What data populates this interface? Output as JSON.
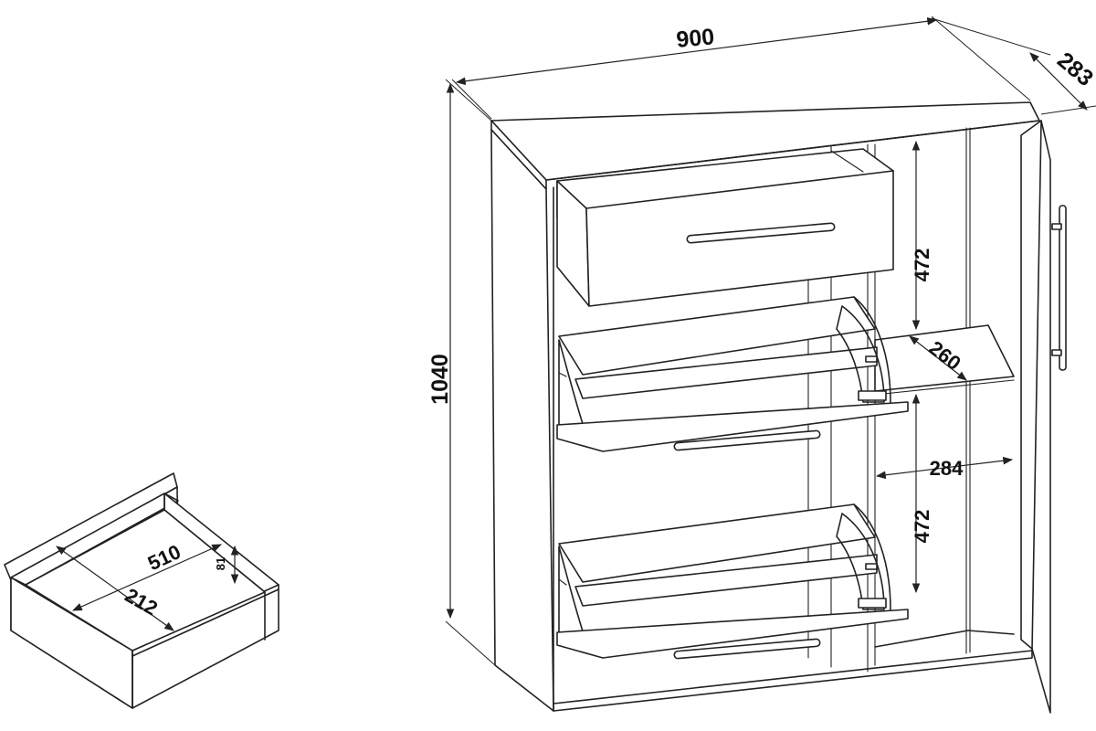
{
  "dimensions": {
    "width": "900",
    "depth": "283",
    "height": "1040",
    "compartment_height_top": "472",
    "compartment_height_bottom": "472",
    "shelf_depth": "260",
    "inner_width": "284",
    "drawer_length": "510",
    "drawer_width": "212",
    "drawer_height": "81"
  }
}
